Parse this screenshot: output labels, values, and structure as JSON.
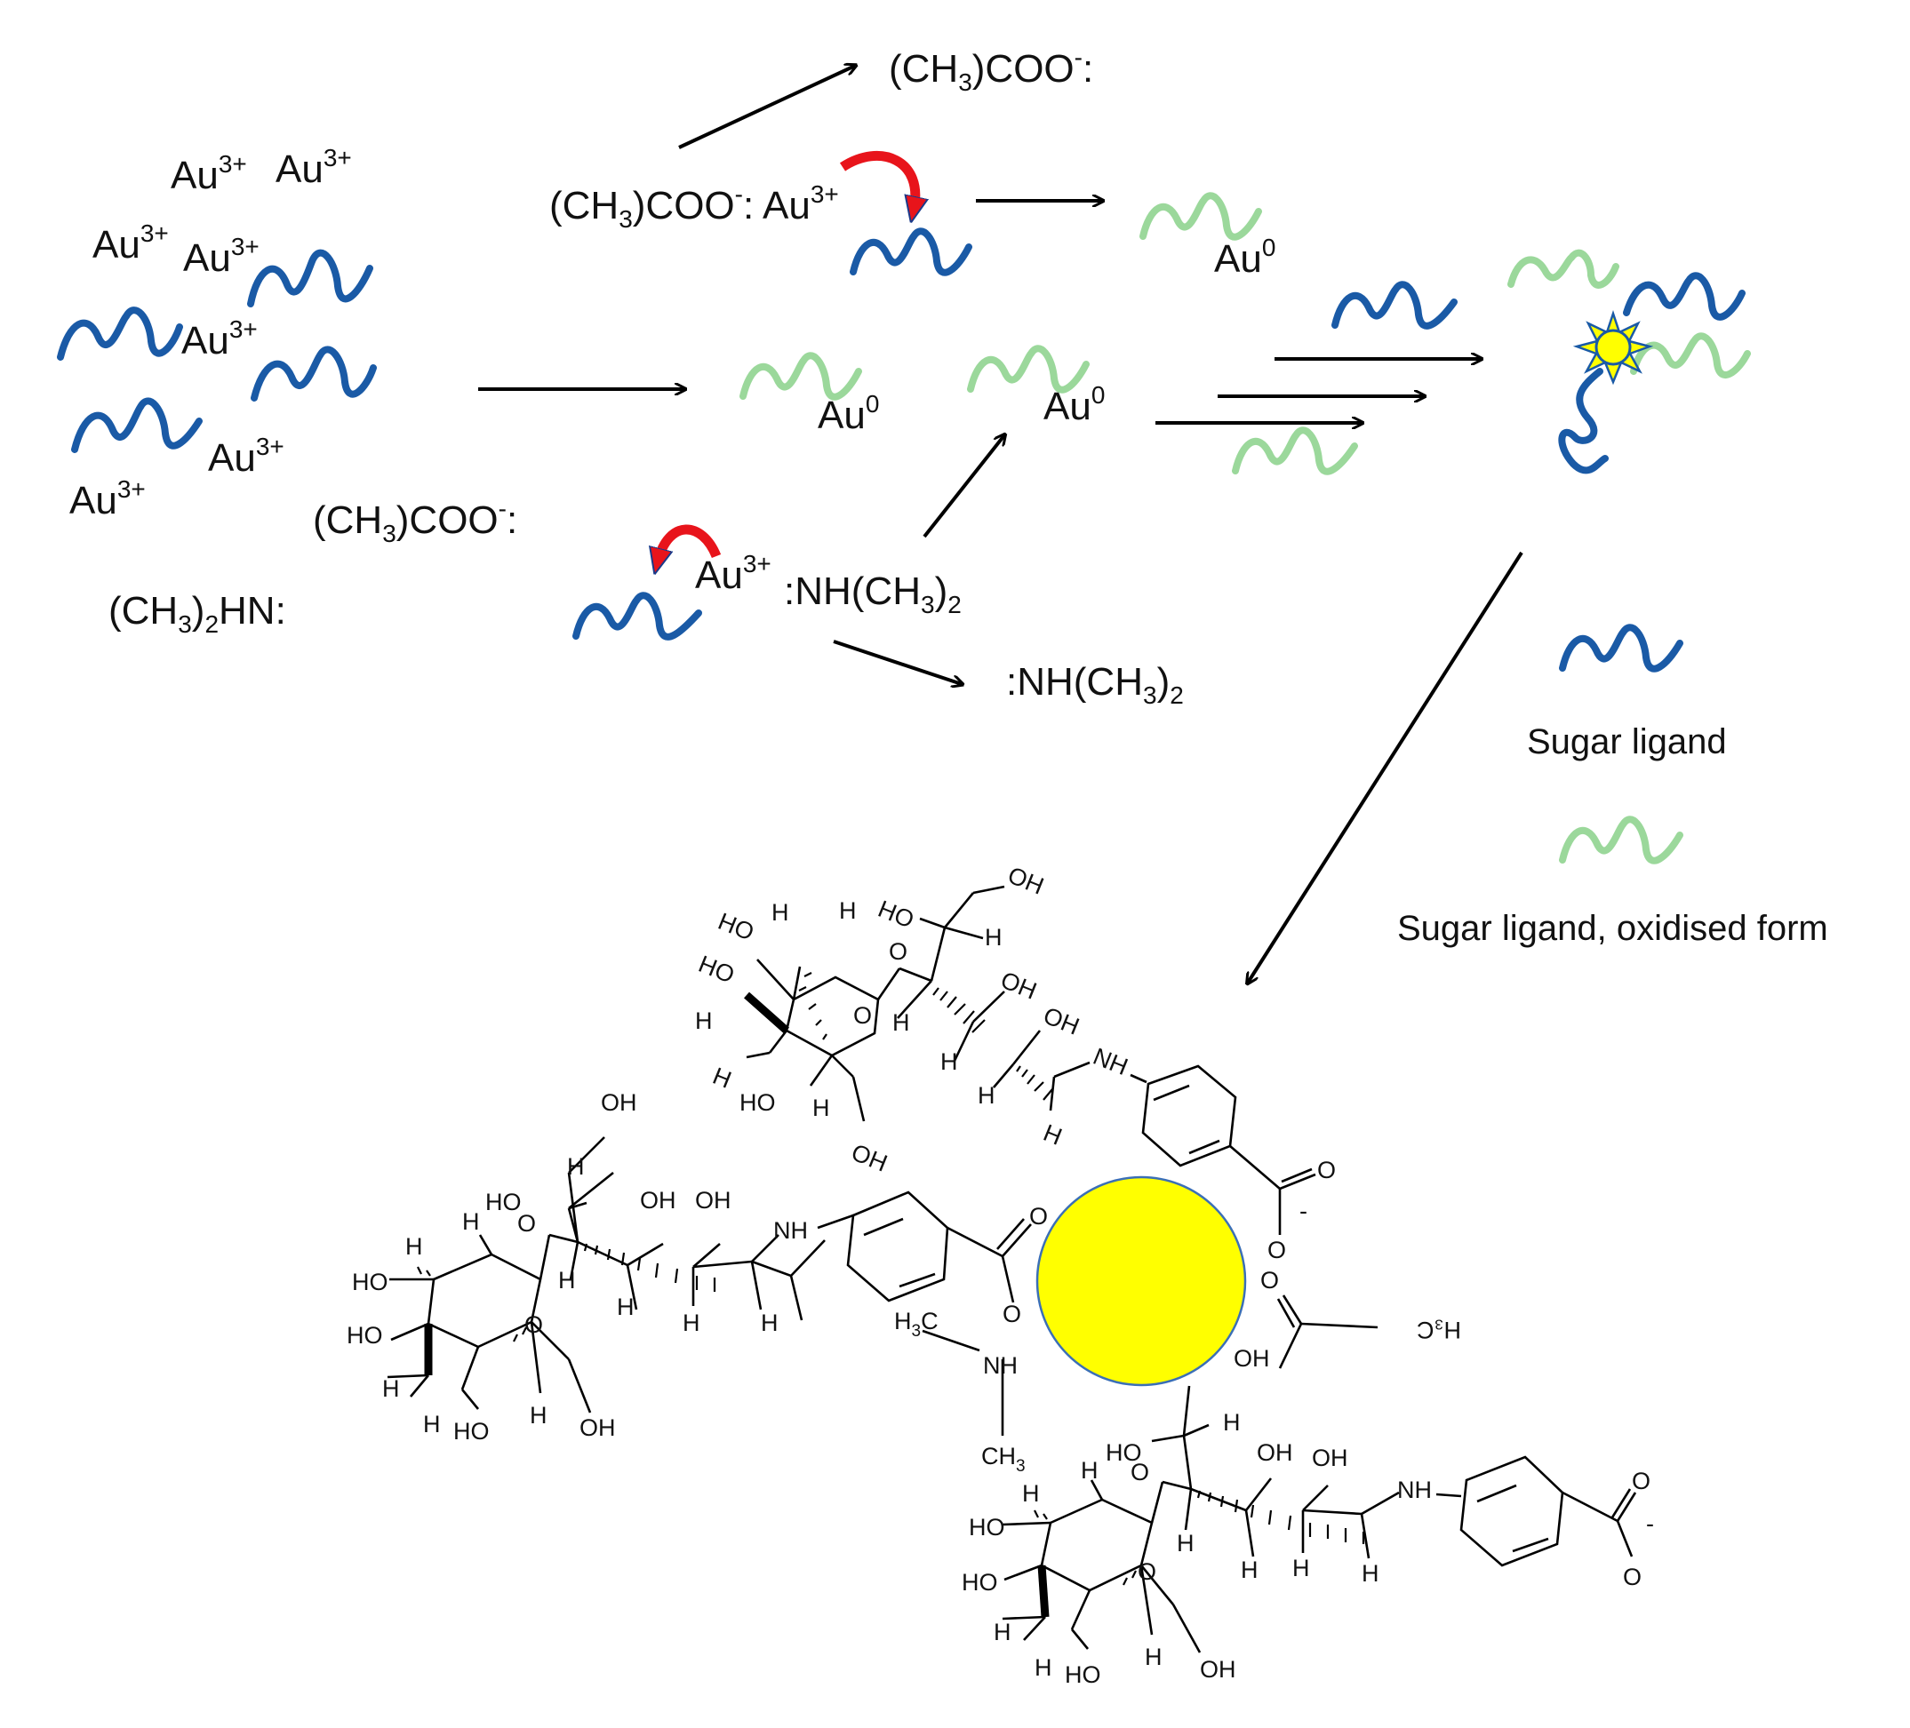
{
  "colors": {
    "ligand": "#1a5aa6",
    "ligand_oxidised": "#9bd89b",
    "gold": "#ffff00",
    "curved_arrow": "#e8141b"
  },
  "species": {
    "au3": "Au",
    "au3_charge": "3+",
    "au0": "Au",
    "au0_charge": "0",
    "acetate_a": "(CH",
    "acetate_sub": "3",
    "acetate_b": ")COO",
    "acetate_minus": "-",
    "acetate_colon": ":",
    "amine_a": ":NH(CH",
    "amine_sub": "3",
    "amine_b": ")",
    "amine_sub2": "2",
    "dma_a": "(CH",
    "dma_sub": "3",
    "dma_b": ")",
    "dma_sub2": "2",
    "dma_c": "HN:"
  },
  "legend": {
    "sugar_ligand": "Sugar ligand",
    "sugar_ligand_oxidised": "Sugar ligand, oxidised form"
  },
  "structure": {
    "OH": "OH",
    "HO": "HO",
    "H": "H",
    "O": "O",
    "NH": "NH",
    "H3C": "H",
    "H3C_sub": "3",
    "H3C_c": "C",
    "CH3": "CH",
    "CH3_sub": "3",
    "minus": "-",
    "H3C_mirrored": "H₃C"
  }
}
